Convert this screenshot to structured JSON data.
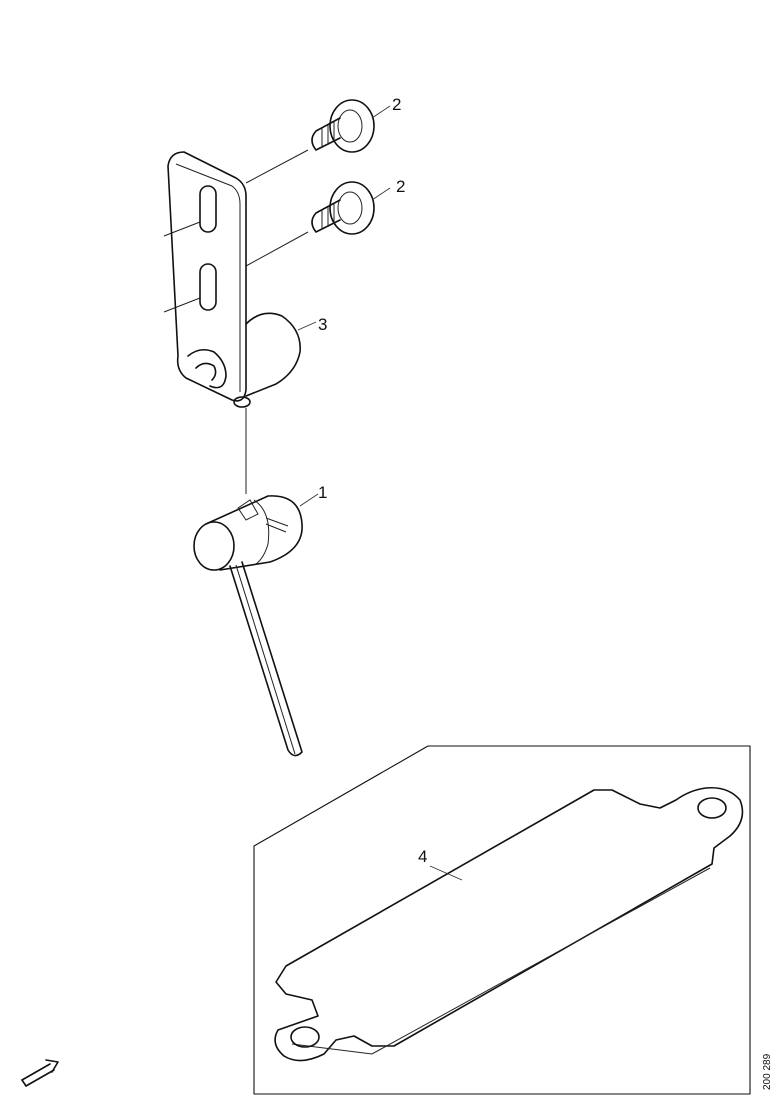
{
  "callouts": {
    "hinge_pin": "1",
    "screw_upper": "2",
    "screw_lower": "2",
    "hinge_bracket_cap": "3",
    "plate": "4"
  },
  "document_number": "200 289",
  "icons": [
    "direction-arrow-icon"
  ],
  "colors": {
    "line": "#111111",
    "background": "#ffffff"
  }
}
